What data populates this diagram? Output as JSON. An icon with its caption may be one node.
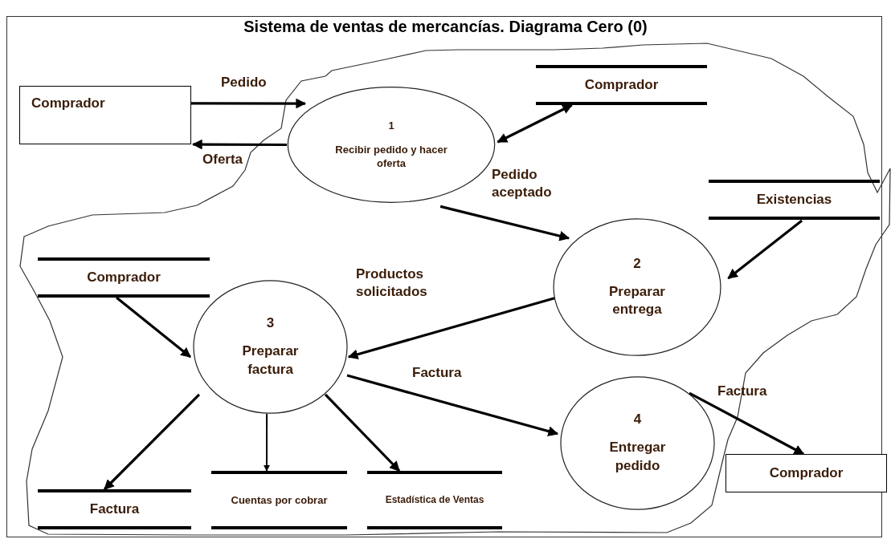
{
  "diagram": {
    "title": "Sistema de ventas de mercancías. Diagrama Cero (0)",
    "nodes": [
      {
        "text": [
          "Comprador"
        ]
      },
      {
        "text": [
          "1",
          "Recibir  pedido y hacer oferta"
        ]
      },
      {
        "text": [
          "Comprador"
        ]
      },
      {
        "text": [
          "Existencias"
        ]
      },
      {
        "text": [
          "2",
          "Preparar entrega"
        ]
      },
      {
        "text": [
          "Comprador"
        ]
      },
      {
        "text": [
          "3",
          "Preparar factura"
        ]
      },
      {
        "text": [
          "4",
          "Entregar pedido"
        ]
      },
      {
        "text": [
          "Comprador"
        ]
      },
      {
        "text": [
          "Factura"
        ]
      },
      {
        "text": [
          "Cuentas por cobrar"
        ]
      },
      {
        "text": [
          "Estadística de Ventas"
        ]
      }
    ],
    "edges": [
      {
        "from": 0,
        "to": 1,
        "arrow": "to",
        "label": "Pedido"
      },
      {
        "from": 1,
        "to": 0,
        "arrow": "to",
        "label": "Oferta"
      },
      {
        "from": 1,
        "to": 2,
        "arrow": "both"
      },
      {
        "from": 1,
        "to": 4,
        "arrow": "to",
        "label": "Pedido aceptado"
      },
      {
        "from": 3,
        "to": 4,
        "arrow": "to"
      },
      {
        "from": 4,
        "to": 6,
        "arrow": "to",
        "label": "Productos solicitados"
      },
      {
        "from": 5,
        "to": 6,
        "arrow": "to"
      },
      {
        "from": 6,
        "to": 7,
        "arrow": "to",
        "label": "Factura"
      },
      {
        "from": 7,
        "to": 8,
        "arrow": "to",
        "label": "Factura"
      },
      {
        "from": 6,
        "to": 9,
        "arrow": "to"
      },
      {
        "from": 6,
        "to": 10,
        "arrow": "to"
      },
      {
        "from": 6,
        "to": 11,
        "arrow": "to"
      }
    ]
  }
}
